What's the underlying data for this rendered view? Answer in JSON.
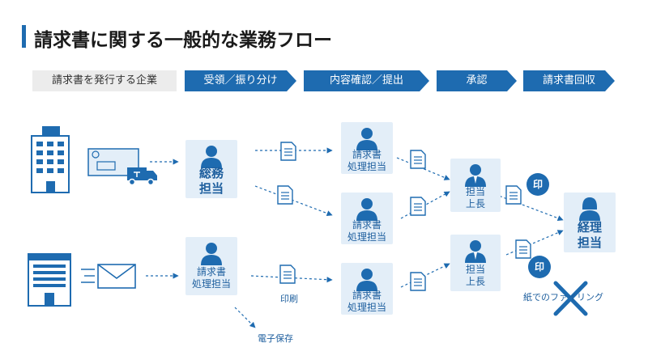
{
  "title": "請求書に関する一般的な業務フロー",
  "stages": {
    "issuer": "請求書を発行する企業",
    "receive": "受領／振り分け",
    "check": "内容確認／提出",
    "approve": "承認",
    "collect": "請求書回収"
  },
  "roles": {
    "general_affairs": "総務\n担当",
    "invoice_handler_1": "請求書\n処理担当",
    "invoice_handler_2": "請求書\n処理担当",
    "invoice_handler_3": "請求書\n処理担当",
    "invoice_handler_4": "請求書\n処理担当",
    "manager_1": "担当\n上長",
    "manager_2": "担当\n上長",
    "accounting": "経理\n担当"
  },
  "labels": {
    "print": "印刷",
    "e_storage": "電子保存",
    "paper_filing": "紙でのファイリング",
    "stamp_1": "印",
    "stamp_2": "印"
  },
  "colors": {
    "primary": "#1e6bb0",
    "light": "#e3eef8",
    "text_blue": "#1e5f9e"
  },
  "icons": [
    "office-building-icon",
    "delivery-truck-icon",
    "mail-envelope-icon",
    "document-icon",
    "person-icon",
    "cross-mark-icon"
  ]
}
